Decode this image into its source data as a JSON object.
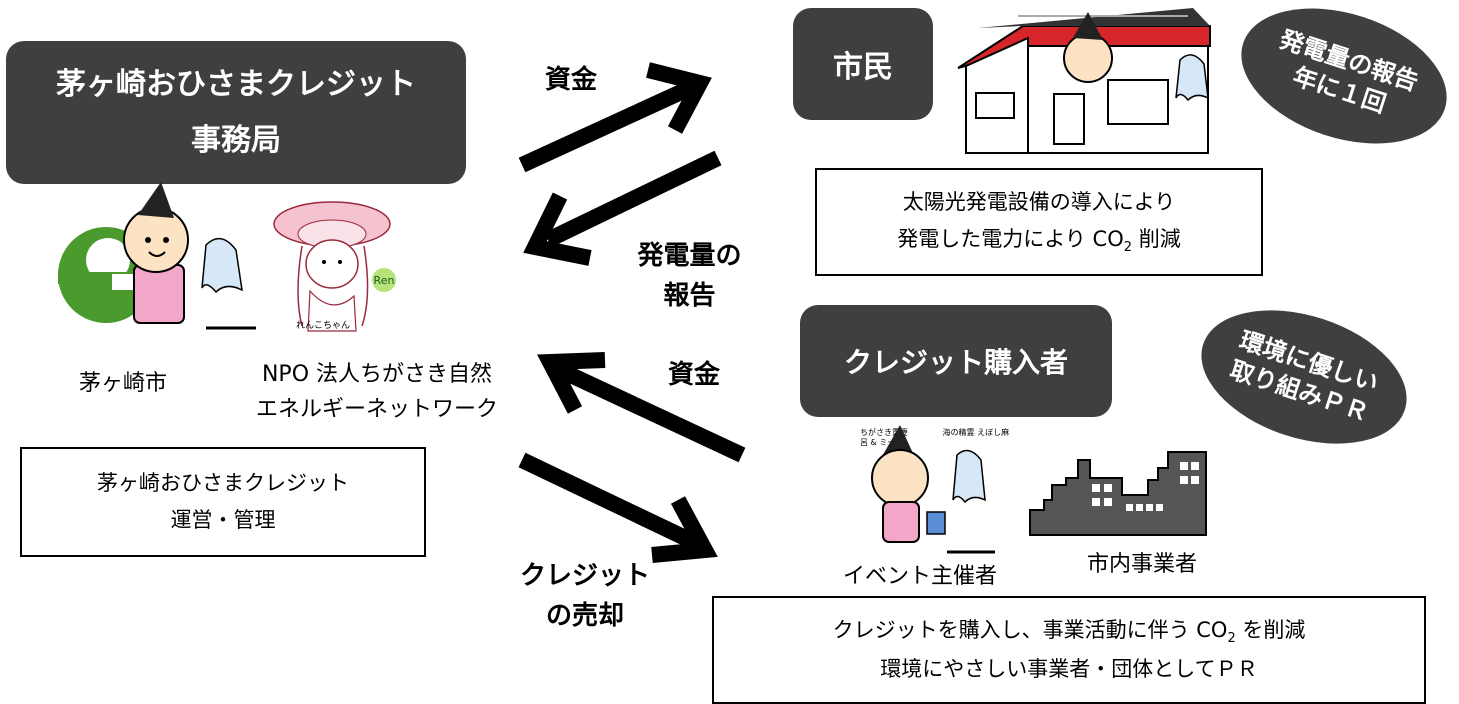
{
  "secretariat": {
    "line1": "茅ヶ崎おひさまクレジット",
    "line2": "事務局"
  },
  "citizen": {
    "label": "市民"
  },
  "purchaser": {
    "label": "クレジット購入者"
  },
  "flows": {
    "funds_top": "資金",
    "report_line1": "発電量の",
    "report_line2": "報告",
    "funds_bottom": "資金",
    "sale_line1": "クレジット",
    "sale_line2": "の売却"
  },
  "org_labels": {
    "city": "茅ヶ崎市",
    "npo_line1": "NPO 法人ちがさき自然",
    "npo_line2": "エネルギーネットワーク",
    "npo_mascot_caption": "れんこちゃん",
    "npo_logo": "Ren",
    "event_organizer": "イベント主催者",
    "local_business": "市内事業者",
    "mascot_caption": "ちがさき重要　　　　 海の精霊 えぼし麻呂 & ミーナ"
  },
  "badges": {
    "report": {
      "line1": "発電量の報告",
      "line2": "年に１回"
    },
    "pr": {
      "line1": "環境に優しい",
      "line2": "取り組みＰＲ"
    }
  },
  "notes": {
    "citizen": {
      "line1": "太陽光発電設備の導入により",
      "line2_prefix": "発電した電力により CO",
      "line2_sub": "2",
      "line2_suffix": " 削減"
    },
    "secretariat": {
      "line1": "茅ヶ崎おひさまクレジット",
      "line2": "運営・管理"
    },
    "purchaser": {
      "line1_prefix": "クレジットを購入し、事業活動に伴う CO",
      "line1_sub": "2",
      "line1_suffix": " を削減",
      "line2": "環境にやさしい事業者・団体としてＰＲ"
    }
  },
  "colors": {
    "dark_box": "#3f3f3f",
    "logo_green": "#4a9a2e",
    "pink": "#f2a6c8",
    "roof_red": "#d6262b"
  }
}
